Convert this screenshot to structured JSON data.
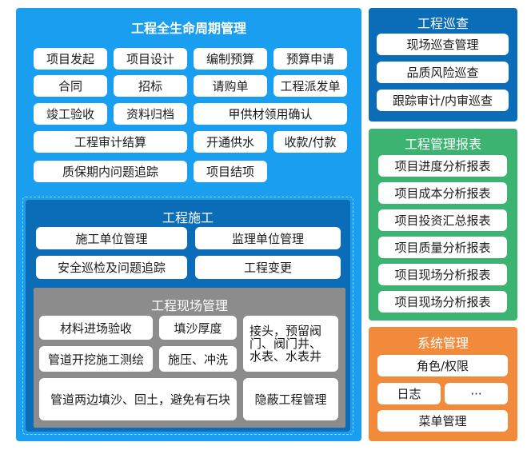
{
  "lifecycle": {
    "title": "工程全生命周期管理",
    "items": [
      "项目发起",
      "项目设计",
      "编制预算",
      "预算申请",
      "合同",
      "招标",
      "请购单",
      "工程派发单",
      "竣工验收",
      "资料归档",
      "甲供材领用确认",
      "工程审计结算",
      "开通供水",
      "收款/付款",
      "质保期内问题追踪",
      "项目结项"
    ]
  },
  "construction": {
    "title": "工程施工",
    "items": [
      "施工单位管理",
      "监理单位管理",
      "安全巡检及问题追踪",
      "工程变更"
    ]
  },
  "site": {
    "title": "工程现场管理",
    "items": [
      "材料进场验收",
      "填沙厚度",
      "接头，预留阀门、阀门井、水表、水表井",
      "管道开挖施工测绘",
      "施压、冲洗",
      "管道两边填沙、回土，避免有石块",
      "隐蔽工程管理"
    ]
  },
  "inspection": {
    "title": "工程巡查",
    "items": [
      "现场巡查管理",
      "品质风险巡查",
      "跟踪审计/内审巡查"
    ]
  },
  "reports": {
    "title": "工程管理报表",
    "items": [
      "项目进度分析报表",
      "项目成本分析报表",
      "项目投资汇总报表",
      "项目质量分析报表",
      "项目现场分析报表",
      "项目现场分析报表"
    ]
  },
  "system": {
    "title": "系统管理",
    "items": [
      "角色/权限",
      "日志",
      "···",
      "菜单管理"
    ]
  },
  "colors": {
    "lifecycle_bg": "#1a9ff0",
    "construction_bg": "#0b6db8",
    "site_bg": "#8c8c8c",
    "inspection_bg": "#0b6db8",
    "reports_bg": "#3cb371",
    "system_bg": "#f28a3c"
  }
}
